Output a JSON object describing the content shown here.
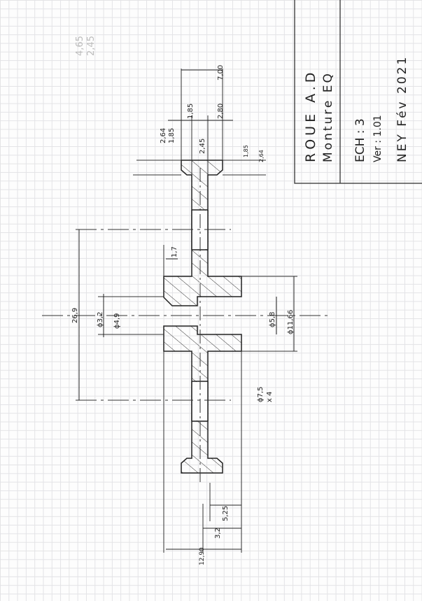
{
  "title_block": {
    "title": "ROUE A.D",
    "subtitle": "Monture EQ",
    "scale": "ECH : 3",
    "version": "Ver : 1.01",
    "author_date": "NEY Fév 2021"
  },
  "pencil_notes": [
    "4,65",
    "2,45"
  ],
  "dimensions": {
    "rim_width": "7,00",
    "rim_left_offset": "1,85",
    "rim_right_offset": "2,80",
    "web_thickness": "2,45",
    "rim_height_outer": "2,64",
    "rim_height_inner": "1,85",
    "rim_height_right_inner": "1,85",
    "rim_height_right_outer": "2,64",
    "bolt_circle": "26,9",
    "small_bore": "ϕ3,2",
    "chamfer_bore": "ϕ4,9",
    "hub_step": "1,7",
    "bore": "ϕ5,8",
    "hub_diameter": "ϕ11,66",
    "holes": "ϕ7,5",
    "holes_count": "x 4",
    "web_offset": "5,25",
    "hub_offset": "3,2",
    "total_width": "12,90"
  }
}
